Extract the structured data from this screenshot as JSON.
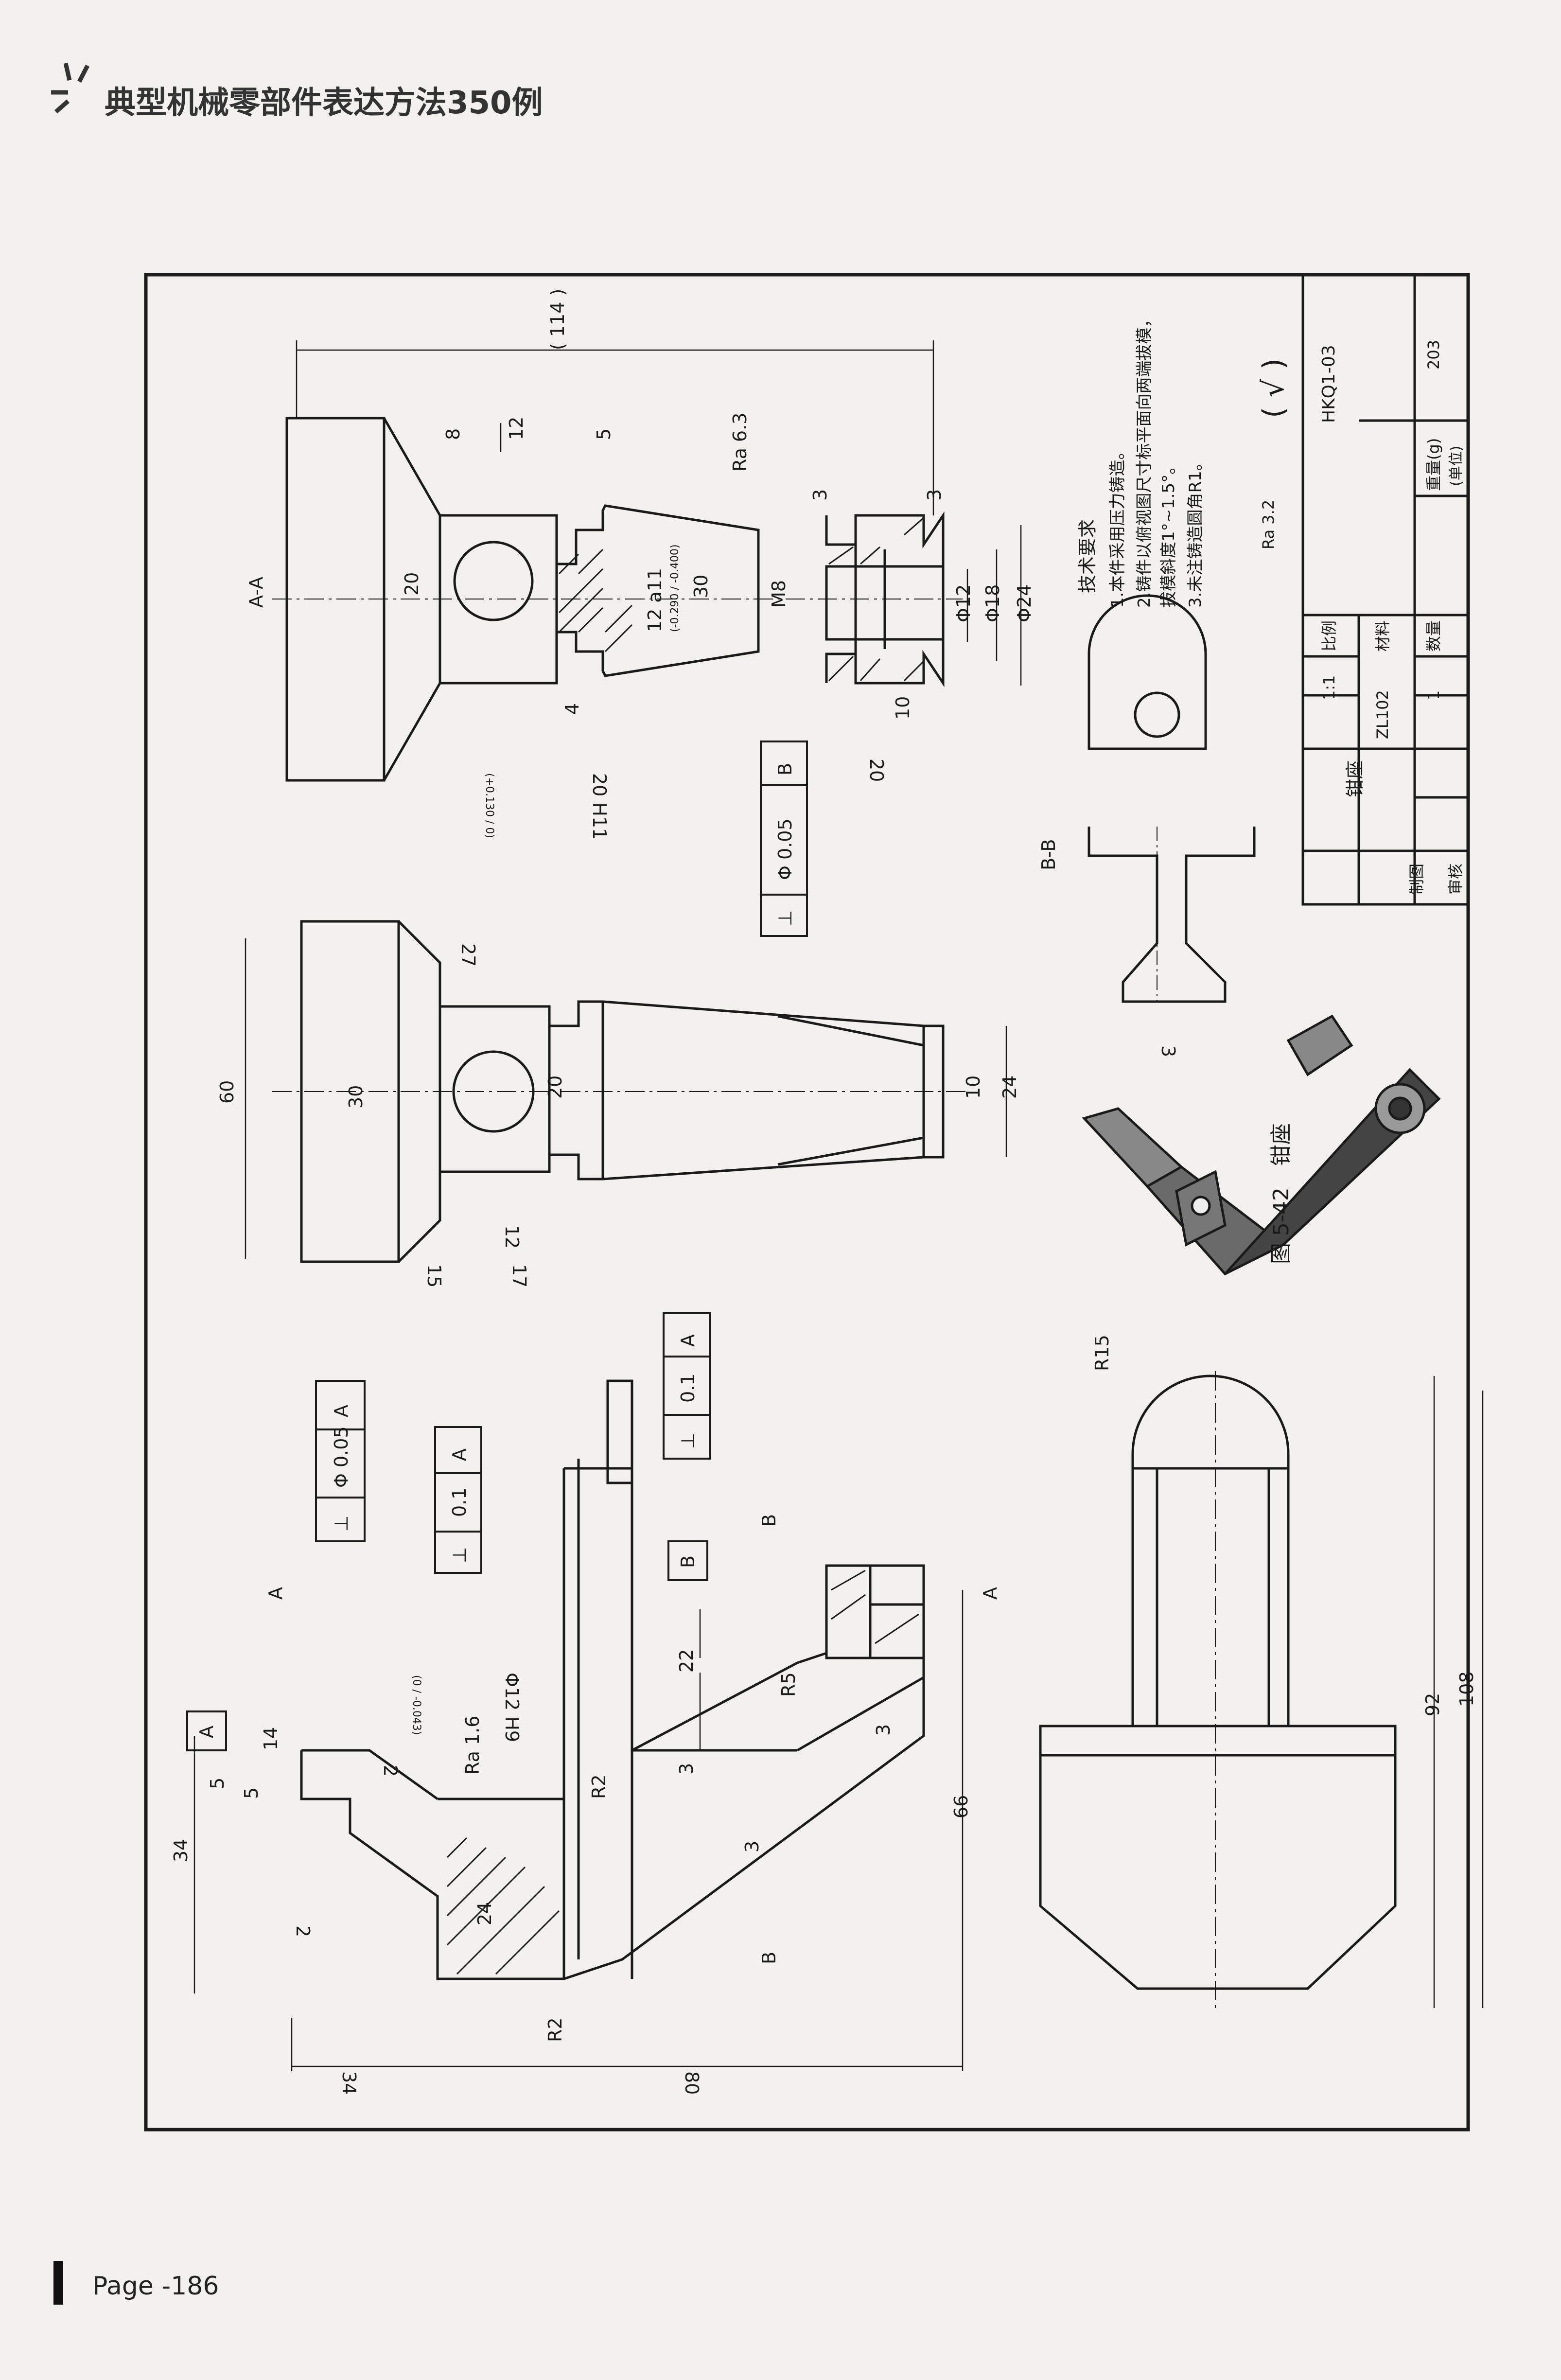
{
  "header": {
    "book_title": "典型机械零部件表达方法350例"
  },
  "footer": {
    "page_label": "Page -186"
  },
  "drawing": {
    "views": {
      "a_a_label": "A-A",
      "b_b_label": "B-B"
    },
    "dimensions": {
      "d114": "( 114 )",
      "d8": "8",
      "d12a": "12",
      "d5": "5",
      "d20a": "20",
      "d12a11": "12 a11",
      "d12a11_tol": "(-0.290 / -0.400)",
      "d30a": "30",
      "ra63": "Ra 6.3",
      "dm8": "M8",
      "d3a": "3",
      "d3b": "3",
      "phi12": "Φ12",
      "phi18": "Φ18",
      "phi24": "Φ24",
      "d4": "4",
      "d10a": "10",
      "d20h11": "20 H11",
      "d20h11_tol": "(+0.130 / 0)",
      "d20b": "20",
      "d60": "60",
      "d30b": "30",
      "d27": "27",
      "d20c": "20",
      "d10b": "10",
      "d24a": "24",
      "d12b": "12",
      "d15": "15",
      "d17": "17",
      "d3c": "3",
      "r15": "R15",
      "d92": "92",
      "d108": "108",
      "d34a": "34",
      "d5a": "5",
      "d5b": "5",
      "d14": "14",
      "d2a": "2",
      "d2b": "2",
      "d24b": "24",
      "ra16": "Ra 1.6",
      "d12h9": "Φ12 H9",
      "d12h9_tol": "(0 / -0.043)",
      "d22": "22",
      "r5": "R5",
      "d3d": "3",
      "d3e": "3",
      "d3f": "3",
      "r2a": "R2",
      "r2b": "R2",
      "d66": "66",
      "d34b": "34",
      "d80": "80",
      "sec_a": "A",
      "sec_b": "B"
    },
    "tolerance_frames": {
      "perp_005_a": {
        "sym": "⊥",
        "val": "Φ 0.05",
        "ref": "A"
      },
      "perp_01_a": {
        "sym": "⊥",
        "val": "0.1",
        "ref": "A"
      },
      "perp_01_a2": {
        "sym": "⊥",
        "val": "0.1",
        "ref": "A"
      },
      "perp_005_b": {
        "sym": "⊥",
        "val": "Φ 0.05",
        "ref": "B"
      },
      "datum_a": "A",
      "datum_b": "B"
    },
    "tech_req": {
      "title": "技术要求",
      "lines": [
        "1.本件采用压力铸造。",
        "2.铸件以俯视图尺寸标平面向两端拔模，",
        "拔模斜度1°~1.5°。",
        "3.未注铸造圆角R1。"
      ]
    },
    "roughness": {
      "general": "Ra 3.2",
      "other": "( √ )"
    },
    "title_block": {
      "part_name": "钳座",
      "scale_label": "比例",
      "scale_value": "1:1",
      "material_label": "材料",
      "material_value": "ZL102",
      "qty_label": "数量",
      "qty_value": "1",
      "drawing_no": "HKQ1-03",
      "weight_label": "重量(g)",
      "weight_value": "203",
      "unit_label": "(单位)",
      "drawn_label": "制图",
      "checked_label": "审核"
    },
    "caption": "图 5-42　钳座"
  }
}
